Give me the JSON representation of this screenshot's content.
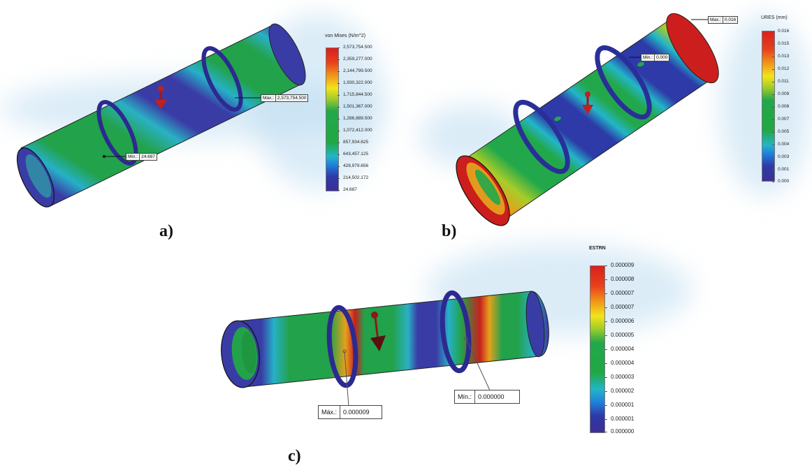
{
  "figure": {
    "panels": [
      {
        "id": "a",
        "sublabel": "a)",
        "legend": {
          "title": "von Mises (N/m^2)",
          "ticks": [
            "2,573,754.500",
            "2,359,277.000",
            "2,144,799.500",
            "1,930,322.000",
            "1,715,844.500",
            "1,501,367.000",
            "1,286,889.500",
            "1,072,412.000",
            "857,934.625",
            "643,457.125",
            "428,979.656",
            "214,502.172",
            "24.687"
          ]
        },
        "callouts": {
          "max": {
            "label": "Max.:",
            "value": "2,573,754.500"
          },
          "min": {
            "label": "Min.:",
            "value": "24.687"
          }
        }
      },
      {
        "id": "b",
        "sublabel": "b)",
        "legend": {
          "title": "URES (mm)",
          "ticks": [
            "0.016",
            "0.015",
            "0.013",
            "0.012",
            "0.011",
            "0.009",
            "0.008",
            "0.007",
            "0.005",
            "0.004",
            "0.003",
            "0.001",
            "0.000"
          ]
        },
        "callouts": {
          "max": {
            "label": "Max.:",
            "value": "0.016"
          },
          "min": {
            "label": "Min.:",
            "value": "0.000"
          }
        }
      },
      {
        "id": "c",
        "sublabel": "c)",
        "legend": {
          "title": "ESTRN",
          "ticks": [
            "0.000009",
            "0.000008",
            "0.000007",
            "0.000007",
            "0.000006",
            "0.000005",
            "0.000004",
            "0.000004",
            "0.000003",
            "0.000002",
            "0.000001",
            "0.000001",
            "0.000000"
          ]
        },
        "callouts": {
          "max": {
            "label": "Máx.:",
            "value": "0.000009"
          },
          "min": {
            "label": "Mín.:",
            "value": "0.000000"
          }
        }
      }
    ],
    "colors": {
      "red": "#d9201e",
      "yellow": "#f2e41a",
      "green": "#1fa843",
      "cyan": "#23b5e8",
      "blue": "#2d3aa8",
      "indigo": "#3b2f96"
    }
  }
}
